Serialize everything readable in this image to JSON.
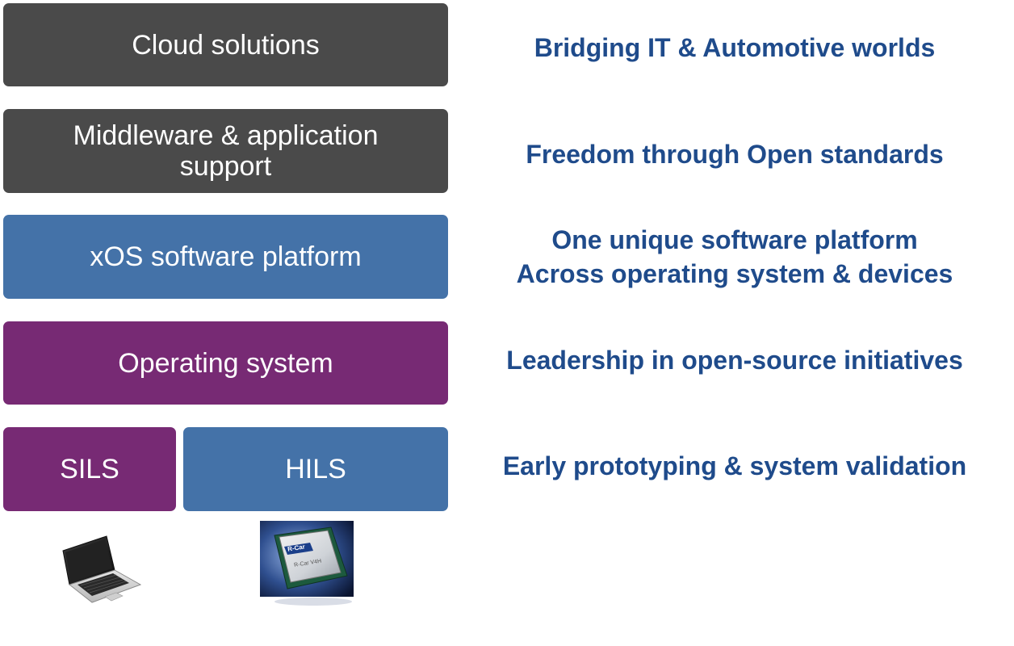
{
  "layers": {
    "cloud": {
      "label": "Cloud solutions",
      "color": "#4a4a4a"
    },
    "middleware": {
      "label_line1": "Middleware & application",
      "label_line2": "support",
      "color": "#4a4a4a"
    },
    "xos": {
      "label": "xOS software platform",
      "color": "#4472a8"
    },
    "os": {
      "label": "Operating system",
      "color": "#772a74"
    },
    "sils": {
      "label": "SILS",
      "color": "#772a74"
    },
    "hils": {
      "label": "HILS",
      "color": "#4472a8"
    }
  },
  "captions": {
    "cloud": "Bridging IT & Automotive worlds",
    "middleware": "Freedom through Open standards",
    "xos_line1": "One unique software platform",
    "xos_line2": "Across operating system & devices",
    "os": "Leadership in open-source initiatives",
    "validation": "Early prototyping & system validation"
  },
  "chip": {
    "logo_text": "R-Car",
    "model_text": "R-Car V4H"
  },
  "colors": {
    "caption_text": "#1f4b8b"
  },
  "icons": {
    "sils_device": "laptop-icon",
    "hils_device": "chip-icon"
  }
}
